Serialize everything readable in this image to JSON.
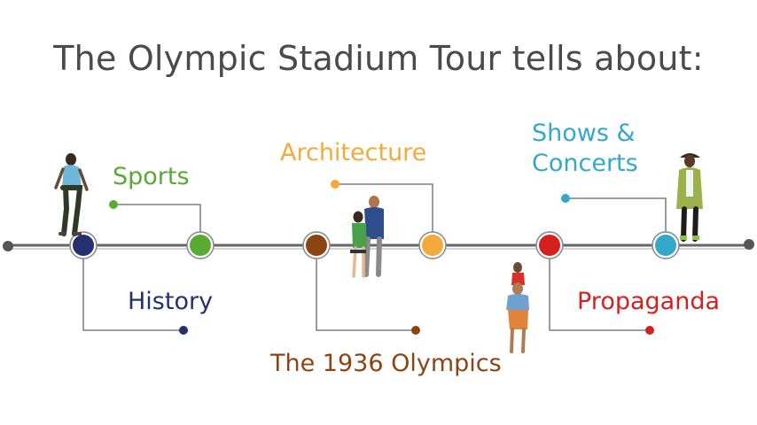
{
  "title": "The Olympic Stadium Tour tells about:",
  "colors": {
    "line": "#666666",
    "history": "#25306e",
    "sports": "#5aaa32",
    "olympics": "#8b4513",
    "architecture": "#f4a93a",
    "propaganda": "#d4201f",
    "shows": "#35a8c9"
  },
  "topics": [
    {
      "key": "history",
      "label": "History",
      "position": "below"
    },
    {
      "key": "sports",
      "label": "Sports",
      "position": "above"
    },
    {
      "key": "olympics",
      "label": "The 1936 Olympics",
      "position": "below"
    },
    {
      "key": "architecture",
      "label": "Architecture",
      "position": "above"
    },
    {
      "key": "propaganda",
      "label": "Propaganda",
      "position": "below"
    },
    {
      "key": "shows",
      "label": "Shows & Concerts",
      "position": "above"
    }
  ]
}
